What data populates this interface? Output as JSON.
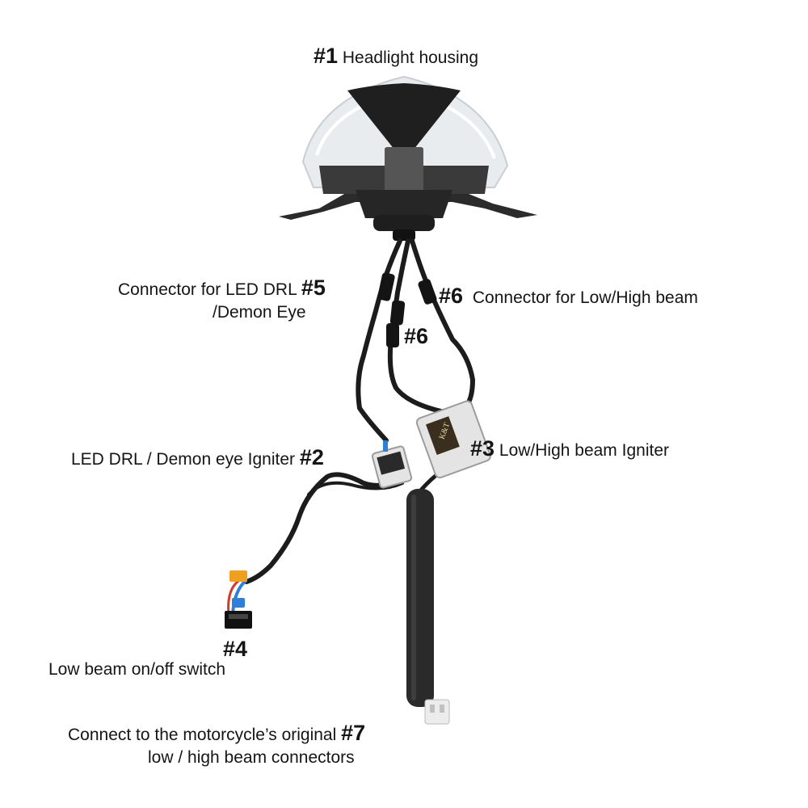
{
  "labels": {
    "housing": {
      "num": "#1",
      "text": "Headlight housing"
    },
    "drl_conn": {
      "num": "#5",
      "text": "Connector for LED DRL",
      "text2": "/Demon Eye"
    },
    "beam_conn": {
      "num": "#6",
      "text": "Connector for Low/High beam"
    },
    "beam_conn2": {
      "num": "#6"
    },
    "drl_ign": {
      "num": "#2",
      "text": "LED DRL / Demon eye Igniter"
    },
    "beam_ign": {
      "num": "#3",
      "text": "Low/High beam Igniter"
    },
    "switch": {
      "num": "#4",
      "text": "Low beam on/off switch"
    },
    "orig_conn": {
      "num": "#7",
      "text": "Connect to the motorcycle’s original",
      "text2": "low / high beam connectors"
    }
  },
  "igniter_brand": "K&T",
  "colors": {
    "cable": "#1c1c1c",
    "housing_dark": "#2b2b2b",
    "lens": "#e9ecef",
    "igniter_body": "#e4e4e4",
    "wire_blue": "#2f7fd6",
    "wire_orange": "#f0a020",
    "wire_red": "#d33a2c"
  }
}
